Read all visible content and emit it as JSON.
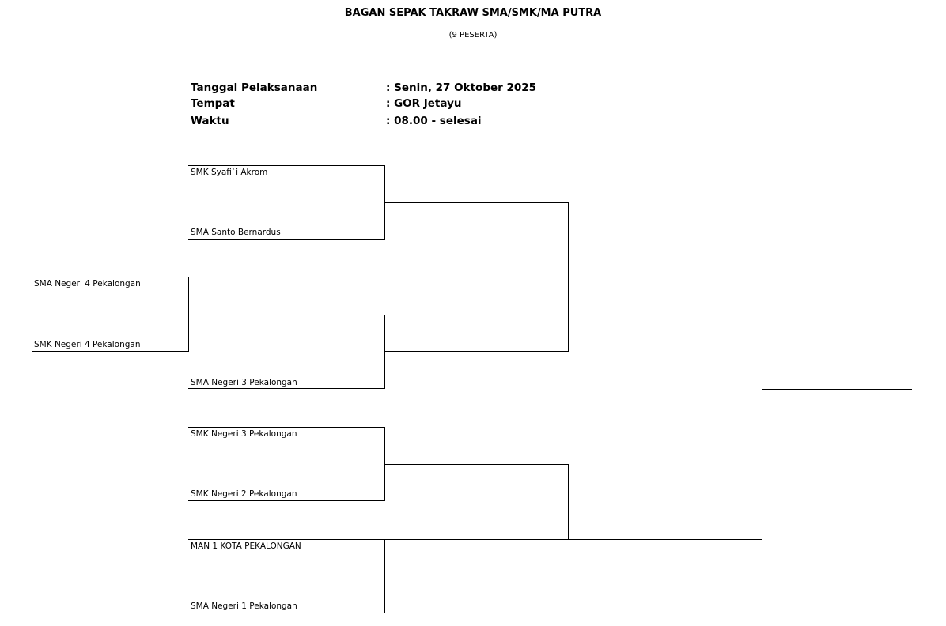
{
  "header": {
    "title": "BAGAN SEPAK TAKRAW SMA/SMK/MA PUTRA",
    "subtitle": "(9 PESERTA)"
  },
  "info": [
    {
      "label": "Tanggal Pelaksanaan",
      "value": ": Senin, 27 Oktober 2025"
    },
    {
      "label": "Tempat",
      "value": ": GOR Jetayu"
    },
    {
      "label": "Waktu",
      "value": ": 08.00 - selesai"
    }
  ],
  "teams": [
    "SMK Syafi`i Akrom",
    "SMA Santo Bernardus",
    "SMA Negeri 4 Pekalongan",
    "SMK Negeri 4 Pekalongan",
    "SMA Negeri 3 Pekalongan",
    "SMK Negeri 3 Pekalongan",
    "SMK Negeri 2 Pekalongan",
    "MAN 1 KOTA PEKALONGAN",
    "SMA Negeri 1 Pekalongan"
  ]
}
